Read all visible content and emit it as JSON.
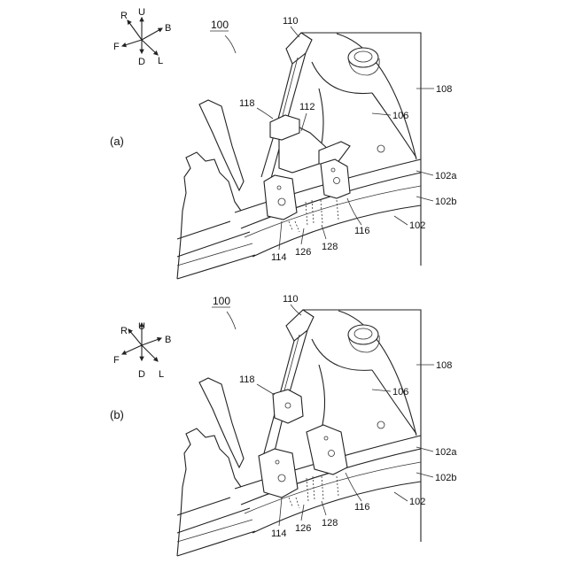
{
  "figure": {
    "ref_main": "100",
    "panels": [
      {
        "panel_label": "(a)",
        "directions": {
          "r": "R",
          "u": "U",
          "b": "B",
          "f": "F",
          "d": "D",
          "l": "L"
        },
        "refs": {
          "r110": "110",
          "r108": "108",
          "r106": "106",
          "r118": "118",
          "r112": "112",
          "r102a": "102a",
          "r102b": "102b",
          "r102": "102",
          "r116": "116",
          "r114": "114",
          "r126": "126",
          "r128": "128"
        }
      },
      {
        "panel_label": "(b)",
        "directions": {
          "r": "R",
          "u": "U",
          "b": "B",
          "f": "F",
          "d": "D",
          "l": "L"
        },
        "refs": {
          "r110": "110",
          "r108": "108",
          "r106": "106",
          "r118": "118",
          "r102a": "102a",
          "r102b": "102b",
          "r102": "102",
          "r116": "116",
          "r114": "114",
          "r126": "126",
          "r128": "128"
        }
      }
    ]
  }
}
